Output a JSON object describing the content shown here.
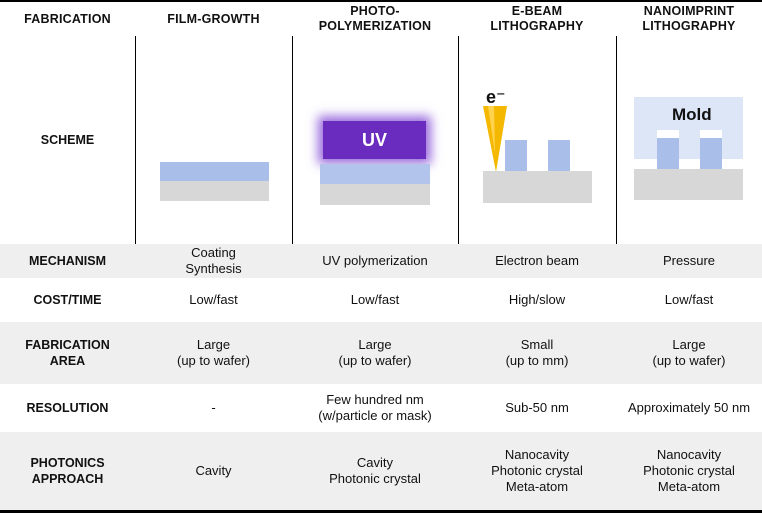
{
  "header": {
    "fabrication": "FABRICATION",
    "columns": [
      "FILM-GROWTH",
      "PHOTO-\nPOLYMERIZATION",
      "E-BEAM\nLITHOGRAPHY",
      "NANOIMPRINT\nLITHOGRAPHY"
    ]
  },
  "rows": {
    "scheme": "SCHEME",
    "mechanism": {
      "label": "MECHANISM",
      "values": [
        "Coating\nSynthesis",
        "UV polymerization",
        "Electron beam",
        "Pressure"
      ]
    },
    "cost": {
      "label": "COST/TIME",
      "values": [
        "Low/fast",
        "Low/fast",
        "High/slow",
        "Low/fast"
      ]
    },
    "area": {
      "label": "FABRICATION\nAREA",
      "values": [
        "Large\n(up to wafer)",
        "Large\n(up to wafer)",
        "Small\n(up to mm)",
        "Large\n(up to wafer)"
      ]
    },
    "resolution": {
      "label": "RESOLUTION",
      "values": [
        "-",
        "Few hundred nm\n(w/particle or mask)",
        "Sub-50 nm",
        "Approximately 50 nm"
      ]
    },
    "photonics": {
      "label": "PHOTONICS\nAPPROACH",
      "values": [
        "Cavity",
        "Cavity\nPhotonic crystal",
        "Nanocavity\nPhotonic crystal\nMeta-atom",
        "Nanocavity\nPhotonic crystal\nMeta-atom"
      ]
    }
  },
  "schemes": {
    "uv_label": "UV",
    "ebeam_label": "e⁻",
    "mold_label": "Mold"
  },
  "colors": {
    "substrate": "#d7d7d7",
    "film": "#a9bfea",
    "uv": "#6a2bbf",
    "beam": "#f5b800",
    "mold": "#dce6f6",
    "row_band": "#efefef"
  }
}
